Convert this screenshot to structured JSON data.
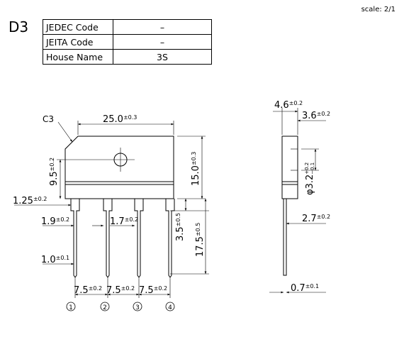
{
  "scale": "scale: 2/1",
  "package": "D3",
  "info": [
    {
      "key": "JEDEC Code",
      "value": "–"
    },
    {
      "key": "JEITA Code",
      "value": "–"
    },
    {
      "key": "House Name",
      "value": "3S"
    }
  ],
  "dims": {
    "chamfer": "C3",
    "body_w": "25.0",
    "body_w_tol": "±0.3",
    "body_h": "15.0",
    "body_h_tol": "±0.3",
    "hole_pos": "9.5",
    "hole_pos_tol": "±0.2",
    "seat": "1.25",
    "seat_tol": "±0.2",
    "lead_w1": "1.9",
    "lead_w1_tol": "±0.2",
    "lead_w2": "1.7",
    "lead_w2_tol": "±0.2",
    "lead_w3": "1.0",
    "lead_w3_tol": "±0.1",
    "bend": "3.5",
    "bend_tol": "±0.5",
    "lead_len": "17.5",
    "lead_len_tol": "±0.5",
    "pitch": "7.5",
    "pitch_tol": "±0.2",
    "thick": "4.6",
    "thick_tol": "±0.2",
    "flat": "3.6",
    "flat_tol": "±0.2",
    "hole_d": "φ3.2",
    "hole_d_tol_up": "+0.2",
    "hole_d_tol_dn": "−0.1",
    "lead_off": "2.7",
    "lead_off_tol": "±0.2",
    "lead_t": "0.7",
    "lead_t_tol": "±0.1"
  },
  "pins": [
    "1",
    "2",
    "3",
    "4"
  ]
}
